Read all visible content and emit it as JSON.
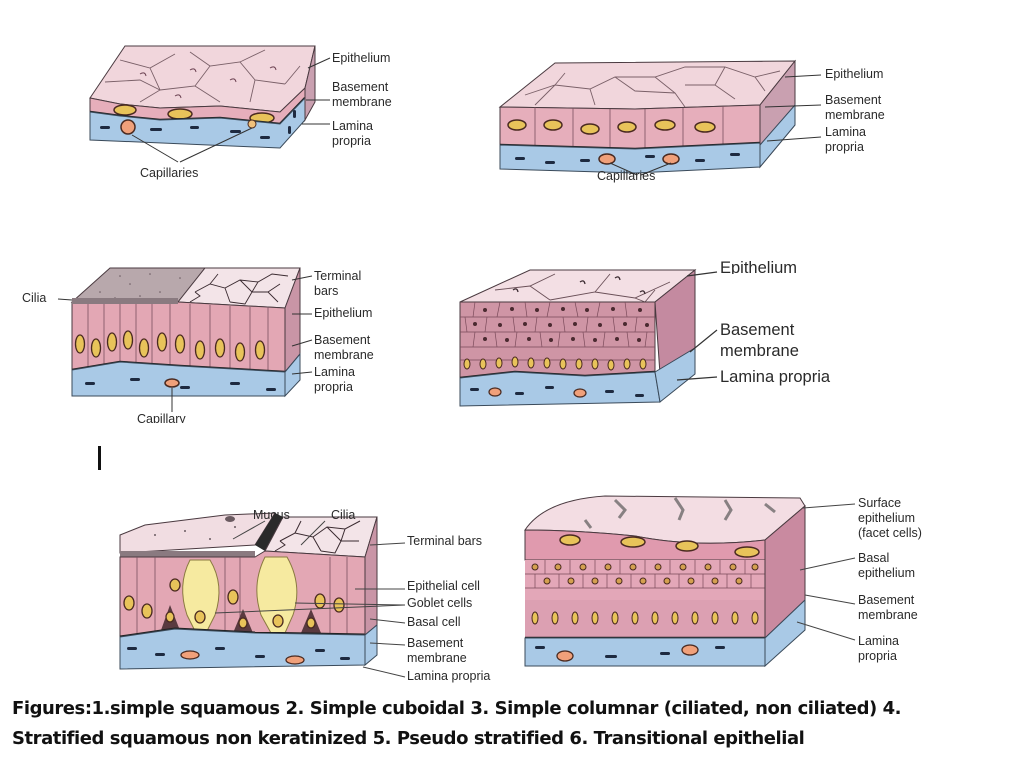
{
  "figures": [
    {
      "id": 1,
      "type": "simple squamous",
      "labels": [
        "Epithelium",
        "Basement\nmembrane",
        "Lamina\npropria",
        "Capillaries"
      ]
    },
    {
      "id": 2,
      "type": "simple cuboidal",
      "labels": [
        "Epithelium",
        "Basement\nmembrane",
        "Lamina\npropria",
        "Capillaries"
      ]
    },
    {
      "id": 3,
      "type": "simple columnar (ciliated)",
      "labels": [
        "Cilia",
        "Terminal\nbars",
        "Epithelium",
        "Basement\nmembrane",
        "Lamina\npropria",
        "Capillary"
      ]
    },
    {
      "id": 4,
      "type": "stratified squamous non keratinized",
      "labels": [
        "Epithelium",
        "Basement\nmembrane",
        "Lamina propria"
      ]
    },
    {
      "id": 5,
      "type": "pseudo stratified",
      "labels": [
        "Mucus",
        "Cilia",
        "Terminal bars",
        "Epithelial cell",
        "Goblet cells",
        "Basal cell",
        "Basement\nmembrane",
        "Lamina propria"
      ]
    },
    {
      "id": 6,
      "type": "transitional epithelial",
      "labels": [
        "Surface\nepithelium\n(facet cells)",
        "Basal\nepithelium",
        "Basement\nmembrane",
        "Lamina\npropria"
      ]
    }
  ],
  "caption": {
    "line1": "Figures:1.simple squamous 2. Simple cuboidal 3. Simple columnar (ciliated, non ciliated) 4.",
    "line2": "Stratified squamous non keratinized 5. Pseudo stratified 6. Transitional epithelial"
  },
  "colors": {
    "epithelium_pink": "#e9b8c2",
    "epithelium_top": "#f4dde2",
    "lamina_blue": "#a9c9e6",
    "nucleus_yellow": "#e8c35a",
    "capillary_orange": "#f0a07a",
    "goblet_yellow": "#f6eaa0",
    "outline": "#3a2a30"
  }
}
